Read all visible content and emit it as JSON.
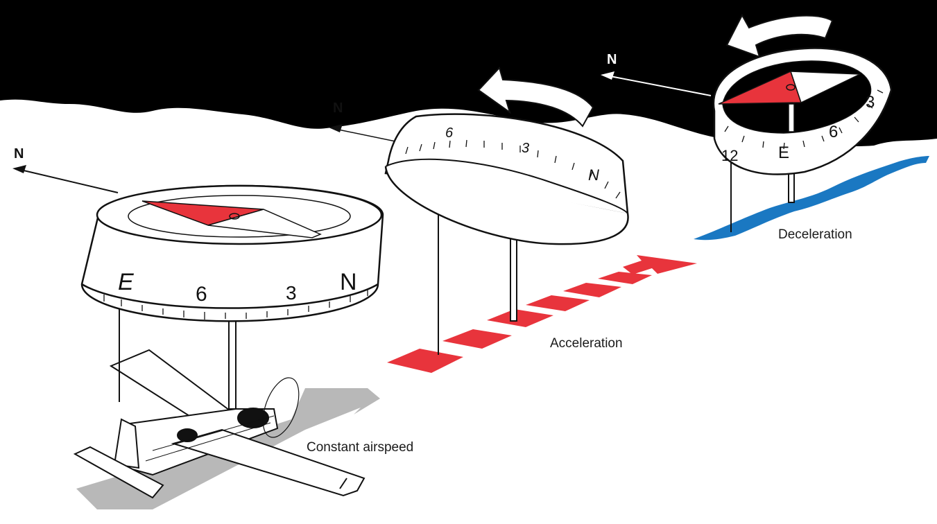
{
  "labels": {
    "constant": "Constant airspeed",
    "acceleration": "Acceleration",
    "deceleration": "Deceleration"
  },
  "north": "N",
  "compass_constant": [
    "E",
    "6",
    "3",
    "N"
  ],
  "compass_accel": [
    "6",
    "3",
    "N"
  ],
  "compass_decel": [
    "12",
    "E",
    "6",
    "3"
  ],
  "colors": {
    "sky": "#000000",
    "needle_red": "#e8343c",
    "water_blue": "#1a78c2",
    "shadow_gray": "#b8b8b8"
  }
}
